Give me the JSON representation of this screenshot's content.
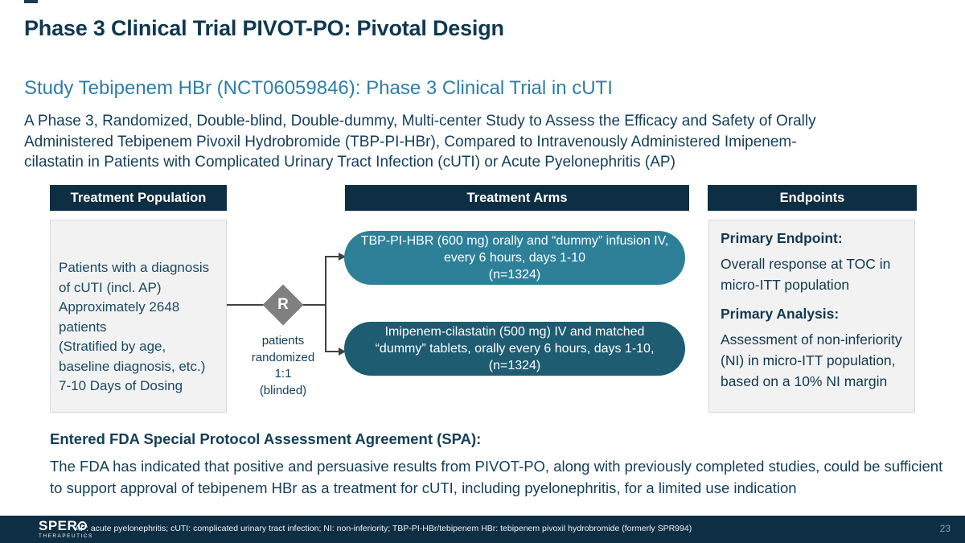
{
  "slide": {
    "title": "Phase 3 Clinical Trial PIVOT-PO: Pivotal Design",
    "subtitle": "Study Tebipenem HBr (NCT06059846): Phase 3 Clinical Trial in cUTI",
    "description_lines": [
      "A Phase 3, Randomized, Double-blind, Double-dummy, Multi-center Study to Assess the Efficacy and Safety of Orally",
      "Administered Tebipenem Pivoxil Hydrobromide (TBP-PI-HBr), Compared to Intravenously Administered Imipenem-",
      "cilastatin in Patients with Complicated Urinary Tract Infection (cUTI) or Acute Pyelonephritis (AP)"
    ]
  },
  "diagram": {
    "population": {
      "header": "Treatment Population",
      "lines": [
        "Patients with a diagnosis",
        "of cUTI (incl. AP)",
        "Approximately 2648",
        "patients",
        "(Stratified by age,",
        "baseline diagnosis, etc.)",
        "7-10 Days of Dosing"
      ]
    },
    "randomization": {
      "symbol": "R",
      "caption_lines": [
        "patients",
        "randomized",
        "1:1",
        "(blinded)"
      ]
    },
    "arms": {
      "header": "Treatment Arms",
      "arm1_lines": [
        "TBP-PI-HBR (600 mg) orally and “dummy” infusion IV,",
        "every 6 hours, days 1-10",
        "(n=1324)"
      ],
      "arm2_lines": [
        "Imipenem-cilastatin (500 mg) IV and matched",
        "“dummy” tablets, orally every 6 hours, days 1-10,",
        "(n=1324)"
      ]
    },
    "endpoints": {
      "header": "Endpoints",
      "primary_endpoint_label": "Primary Endpoint:",
      "primary_endpoint_lines": [
        "Overall response at TOC in",
        "micro-ITT population"
      ],
      "primary_analysis_label": "Primary Analysis:",
      "primary_analysis_lines": [
        "Assessment of non-inferiority",
        "(NI) in micro-ITT population,",
        "based on a 10% NI margin"
      ]
    }
  },
  "spa": {
    "heading": "Entered FDA Special Protocol Assessment Agreement (SPA):",
    "body": "The FDA has indicated that positive and persuasive results from PIVOT-PO, along with previously completed studies, could be sufficient to support approval of tebipenem HBr as a treatment for cUTI, including pyelonephritis, for a limited use indication"
  },
  "footer": {
    "logo_main": "SPER",
    "logo_sub": "THERAPEUTICS",
    "abbreviations": "AP: acute pyelonephritis; cUTI: complicated urinary tract infection; NI: non-inferiority; TBP-PI-HBr/tebipenem HBr: tebipenem pivoxil hydrobromide (formerly SPR994)",
    "page_number": "23"
  },
  "colors": {
    "header_bar": "#0d2e43",
    "arm1_fill": "#2e8099",
    "arm2_fill": "#1e5c72",
    "subtitle_teal": "#2e7ea6",
    "body_navy": "#123e59",
    "diamond_gray": "#808080",
    "footer_bg": "#0d2e43",
    "page_number": "#7ea5c6"
  }
}
